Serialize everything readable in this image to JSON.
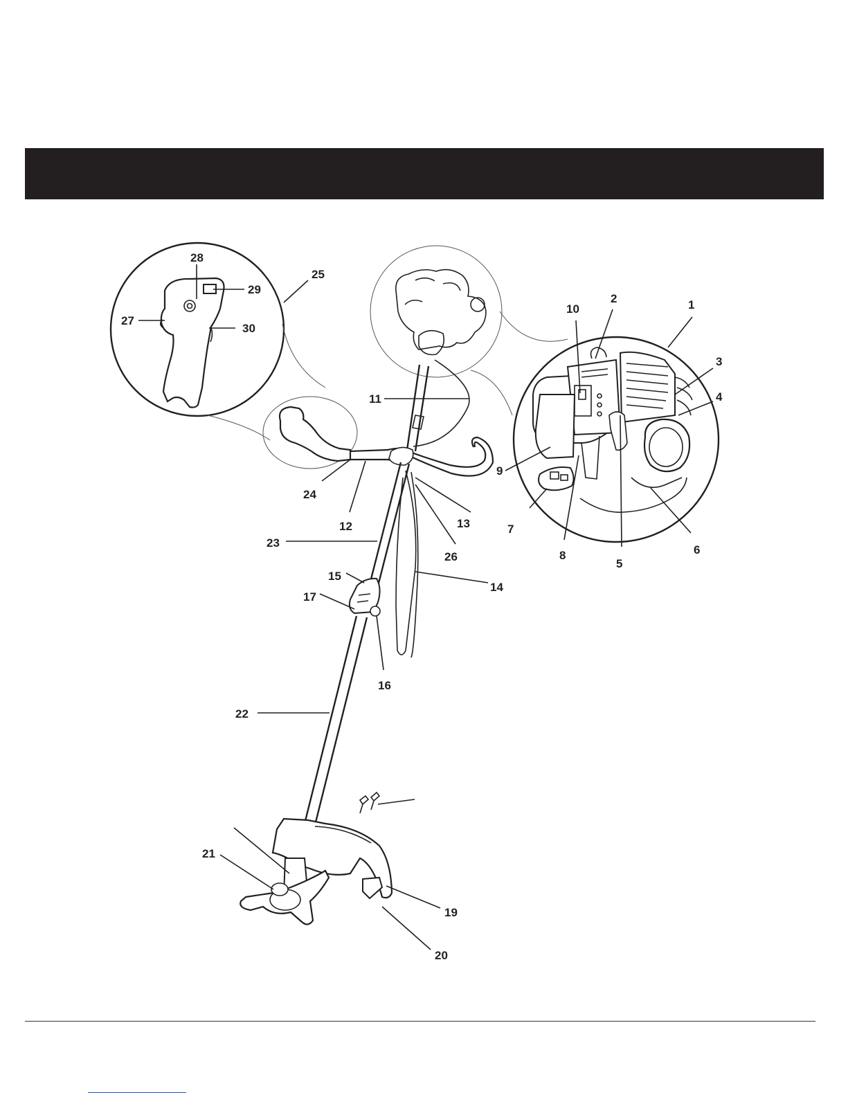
{
  "labels": [
    "1",
    "2",
    "3",
    "4",
    "5",
    "6",
    "7",
    "8",
    "9",
    "10",
    "11",
    "12",
    "13",
    "14",
    "15",
    "16",
    "17",
    "19",
    "20",
    "21",
    "22",
    "23",
    "24",
    "25",
    "26",
    "27",
    "28",
    "29",
    "30"
  ],
  "colors": {
    "banner": "#231f20",
    "line": "#231f20",
    "link": "#1a4fd6"
  }
}
